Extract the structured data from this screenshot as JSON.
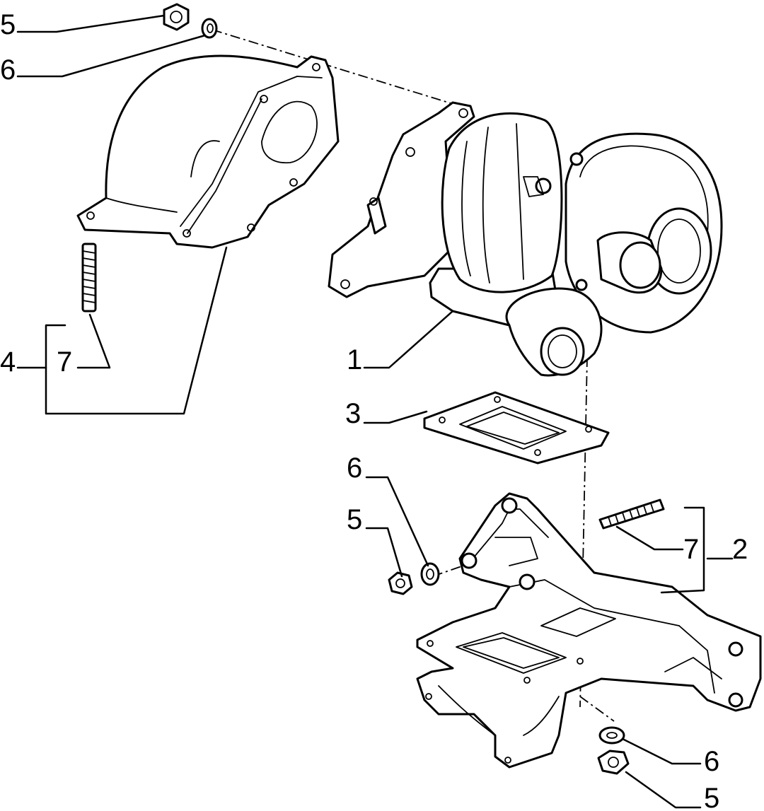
{
  "callouts": {
    "c1": "1",
    "c2": "2",
    "c3": "3",
    "c4": "4",
    "c5_top": "5",
    "c6_top": "6",
    "c7_left": "7",
    "c6_mid": "6",
    "c5_mid": "5",
    "c7_right": "7",
    "c6_bottom": "6",
    "c5_bottom": "5"
  }
}
